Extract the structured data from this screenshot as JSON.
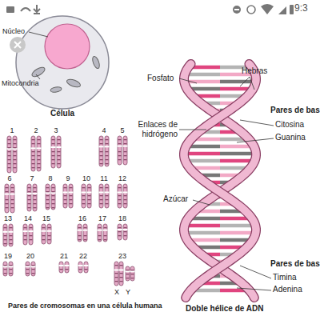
{
  "diagram": {
    "labels": [
      "9:3",
      "Núcleo",
      "Mitocondria",
      "Célula",
      "1",
      "2",
      "3",
      "4",
      "5",
      "6",
      "7",
      "8",
      "9",
      "10",
      "11",
      "12",
      "13",
      "14",
      "15",
      "16",
      "17",
      "18",
      "19",
      "20",
      "21",
      "22",
      "23",
      "X",
      "Y",
      "Pares de cromosomas en una célula humana",
      "Hebras",
      "Fosfato",
      "Enlaces de hidrógeno",
      "Pares de bas",
      "Citosina",
      "Guanina",
      "Azúcar",
      "Pares de bas",
      "Timina",
      "Adenina",
      "Doble hélice de ADN"
    ]
  }
}
